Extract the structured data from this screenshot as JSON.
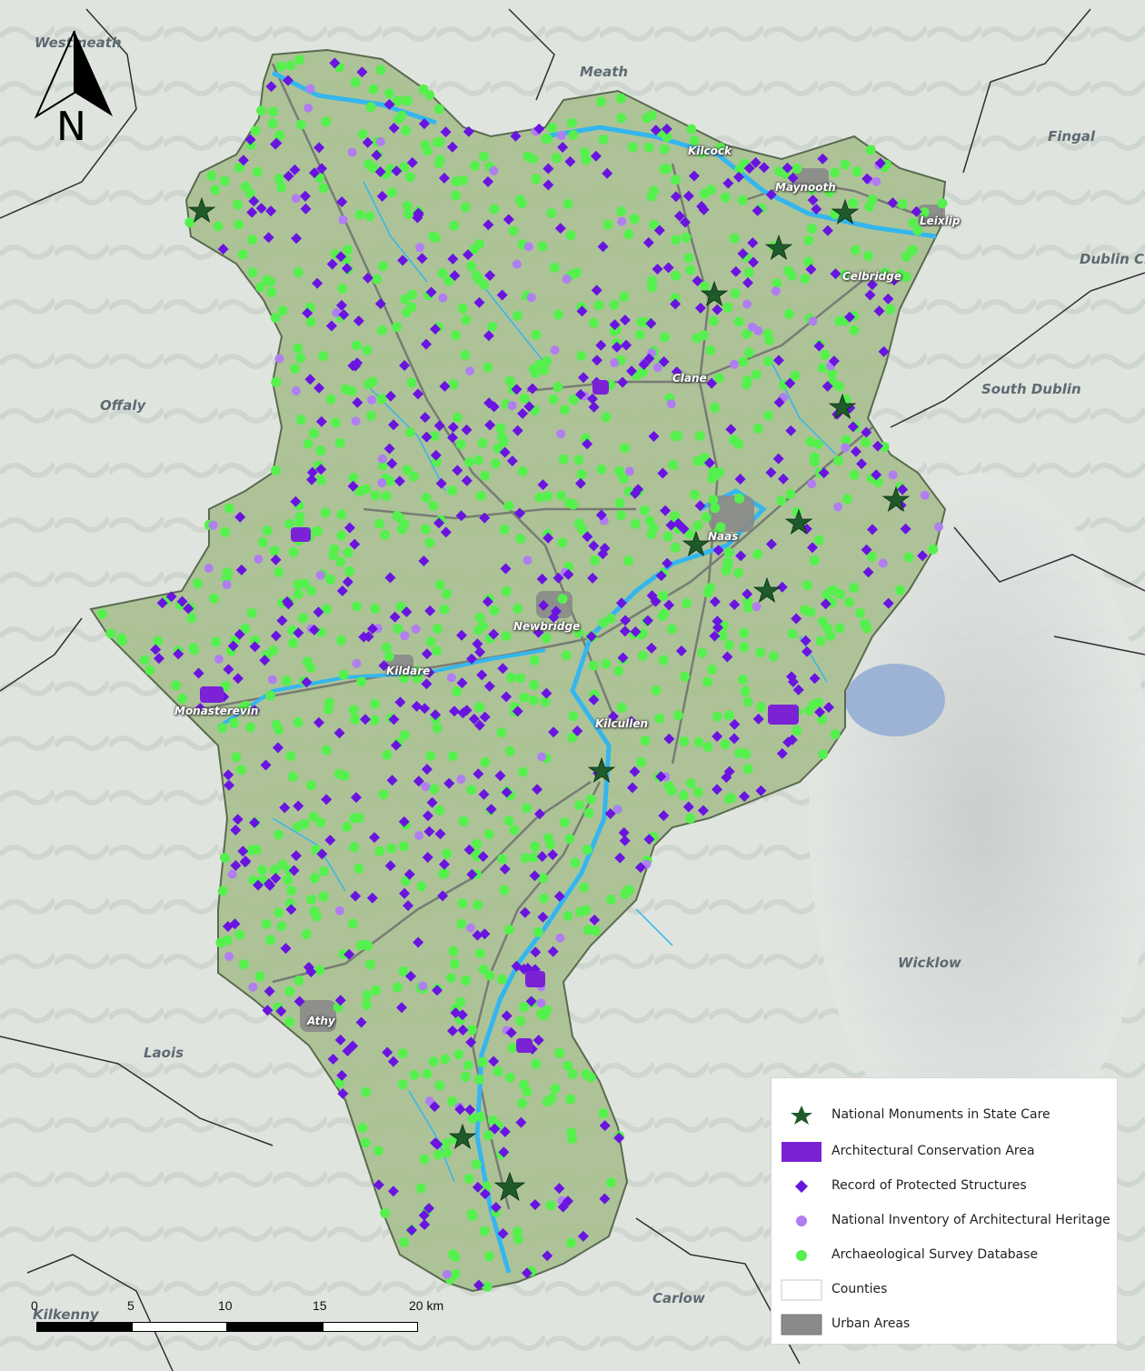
{
  "colors": {
    "county_fill": "#a8c090",
    "county_stroke": "#5a6a50",
    "rivers": "#34b6ee",
    "roads": "#6f6f6f",
    "national_monument": "#1e5a2a",
    "conservation_area": "#7b22d6",
    "protected_structure": "#6a14e0",
    "inventory_heritage": "#b07ef0",
    "archaeological": "#55f04d",
    "urban": "#8a8a8a"
  },
  "counties": [
    {
      "name": "Westmeath"
    },
    {
      "name": "Meath"
    },
    {
      "name": "Fingal"
    },
    {
      "name": "Dublin City"
    },
    {
      "name": "South Dublin"
    },
    {
      "name": "Offaly"
    },
    {
      "name": "Wicklow"
    },
    {
      "name": "Laois"
    },
    {
      "name": "Carlow"
    },
    {
      "name": "Kilkenny"
    }
  ],
  "towns": [
    {
      "name": "Kilcock"
    },
    {
      "name": "Maynooth"
    },
    {
      "name": "Leixlip"
    },
    {
      "name": "Celbridge"
    },
    {
      "name": "Clane"
    },
    {
      "name": "Naas"
    },
    {
      "name": "Newbridge"
    },
    {
      "name": "Kildare"
    },
    {
      "name": "Monasterevin"
    },
    {
      "name": "Kilcullen"
    },
    {
      "name": "Athy"
    }
  ],
  "north_arrow": {
    "letter": "N"
  },
  "scale_bar": {
    "ticks": [
      "0",
      "5",
      "10",
      "15",
      "20 km"
    ]
  },
  "legend": {
    "items": [
      {
        "label": "National Monuments in State Care",
        "symbol": "star-icon"
      },
      {
        "label": "Architectural Conservation Area",
        "symbol": "purple-rect-icon"
      },
      {
        "label": "Record of Protected Structures",
        "symbol": "diamond-icon"
      },
      {
        "label": "National Inventory of Architectural Heritage",
        "symbol": "lilac-dot-icon"
      },
      {
        "label": "Archaeological Survey Database",
        "symbol": "green-dot-icon"
      },
      {
        "label": "Counties",
        "symbol": "white-rect-icon"
      },
      {
        "label": "Urban Areas",
        "symbol": "grey-rect-icon"
      }
    ]
  }
}
